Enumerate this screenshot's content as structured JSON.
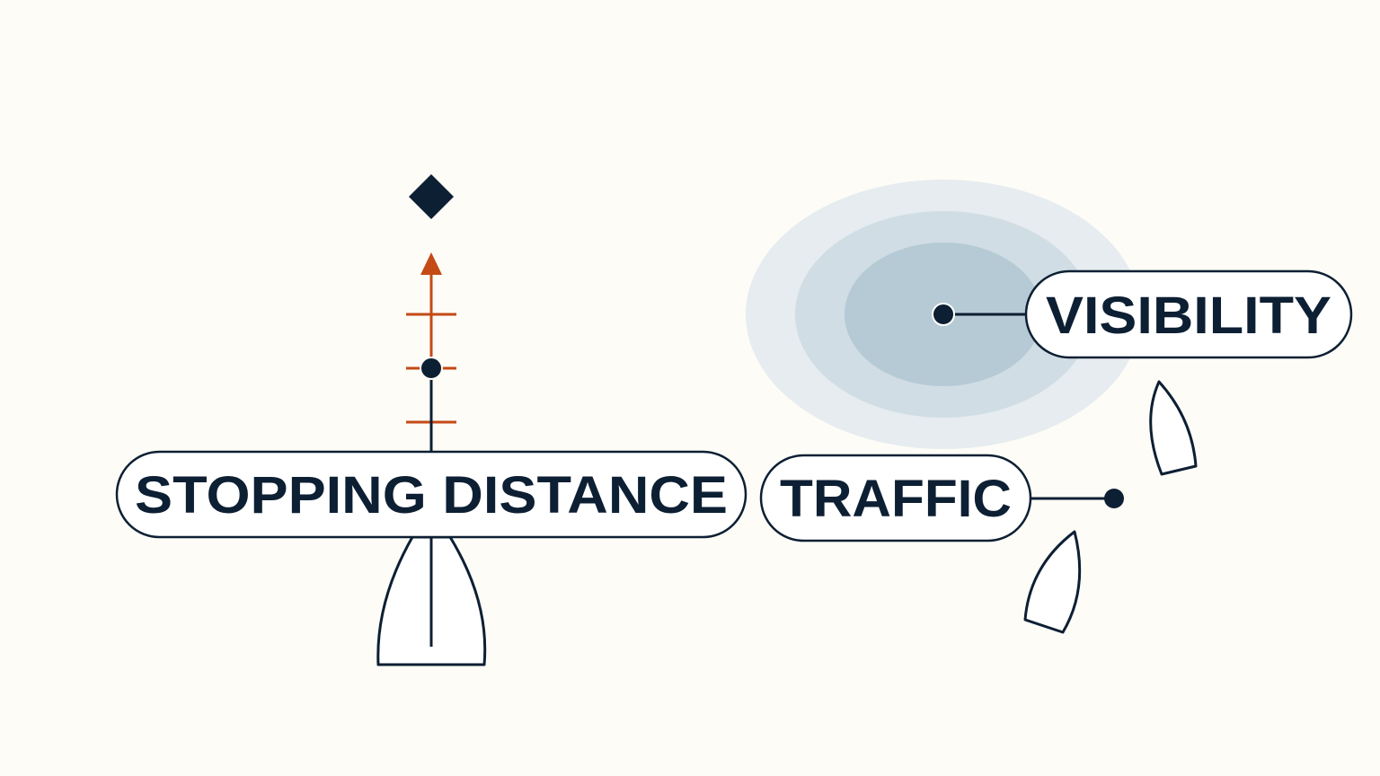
{
  "labels": {
    "stopping_distance": "STOPPING DISTANCE",
    "traffic": "TRAFFIC",
    "visibility": "VISIBILITY"
  },
  "icons": {
    "waypoint": "diamond-icon",
    "heading": "arrow-up-icon",
    "own_boat": "boat-icon",
    "other_boats": "boat-icon",
    "visibility_zone": "fog-zone-icon"
  },
  "colors": {
    "background": "#fdfcf7",
    "ink": "#0d1f33",
    "accent": "#c44a16",
    "fog_outer": "#e6ecef",
    "fog_middle": "#d0dde4",
    "fog_inner": "#b5cad5",
    "pill_fill": "#ffffff"
  }
}
